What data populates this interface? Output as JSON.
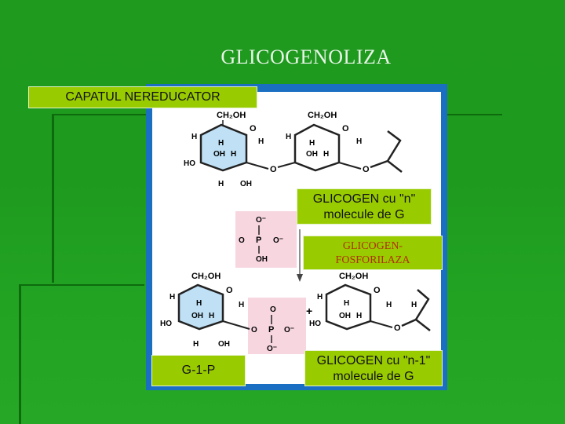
{
  "slide": {
    "title": "GLICOGENOLIZA"
  },
  "labels": {
    "non_reducing_end": "CAPATUL NEREDUCATOR",
    "glycogen_n": "GLICOGEN cu \"n\" molecule de G",
    "enzyme_line1": "GLICOGEN-",
    "enzyme_line2": "FOSFORILAZA",
    "product": "G-1-P",
    "glycogen_n_minus_1": "GLICOGEN cu \"n-1\" molecule de G"
  },
  "chem": {
    "ch2oh": "CH₂OH",
    "h": "H",
    "oh": "OH",
    "ho": "HO",
    "o": "O",
    "p": "P",
    "o_minus": "O⁻"
  },
  "colors": {
    "background": "#1e9a1e",
    "panel_border": "#1b6fc2",
    "label_fill": "#99cc00",
    "ring_highlight": "#bfe0f5",
    "phosphate_highlight": "#f7d6e0",
    "enzyme_text": "#b03000"
  }
}
